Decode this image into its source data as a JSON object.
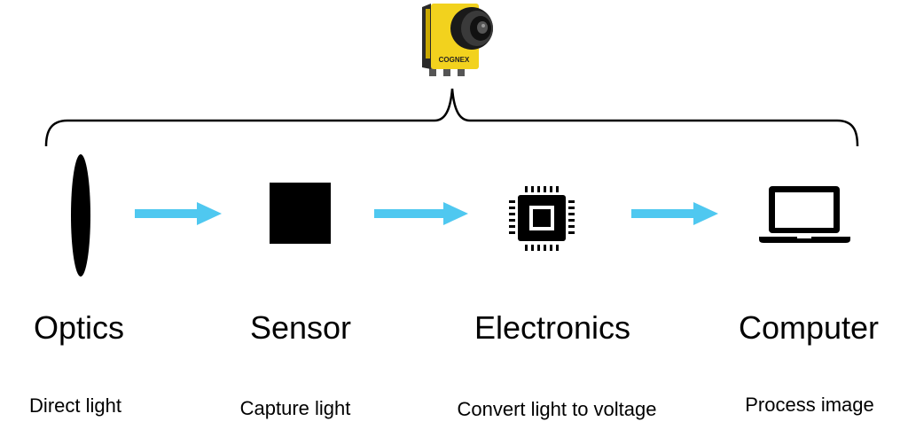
{
  "diagram": {
    "title": "Machine vision camera components",
    "camera": {
      "icon": "smart-camera-icon",
      "brand_label": "COGNEX",
      "colors": {
        "body": "#f2d21e",
        "lens": "#1a1a1a",
        "side": "#2a2a2a"
      }
    },
    "arrow_color": "#4fc8f0",
    "stages": [
      {
        "id": "optics",
        "icon": "lens-icon",
        "title": "Optics",
        "description": "Direct light"
      },
      {
        "id": "sensor",
        "icon": "sensor-square-icon",
        "title": "Sensor",
        "description": "Capture light"
      },
      {
        "id": "electronics",
        "icon": "chip-icon",
        "title": "Electronics",
        "description": "Convert light to voltage"
      },
      {
        "id": "computer",
        "icon": "laptop-icon",
        "title": "Computer",
        "description": "Process image"
      }
    ]
  }
}
